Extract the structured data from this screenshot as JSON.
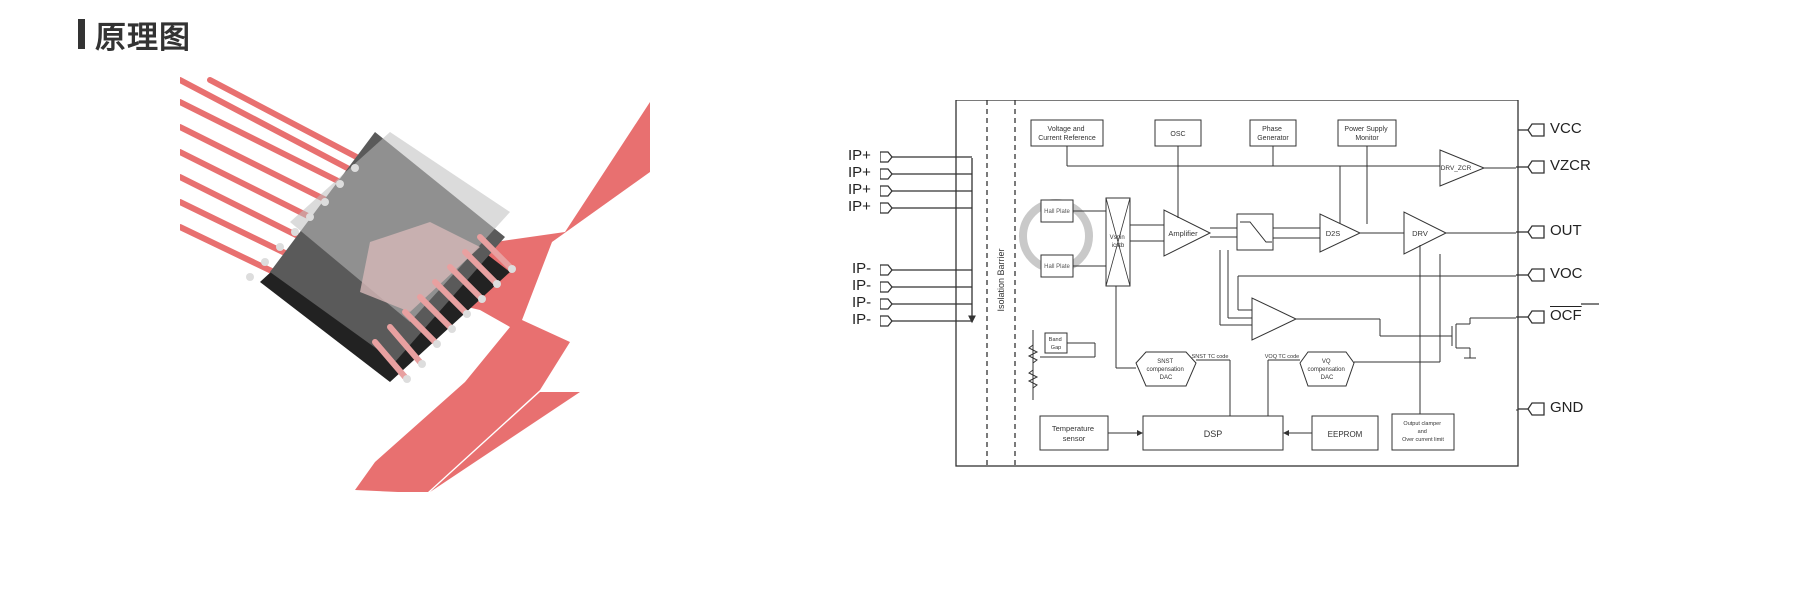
{
  "header": {
    "title": "原理图"
  },
  "diagram": {
    "barrier_label": "Isolation Barrier",
    "blocks": {
      "vref": [
        "Voltage and",
        "Current Reference"
      ],
      "osc": [
        "OSC"
      ],
      "phase": [
        "Phase",
        "Generator"
      ],
      "psm": [
        "Power Supply",
        "Monitor"
      ],
      "drv_zcr": "DRV_ZCR",
      "hall_top": [
        "Hall Plate"
      ],
      "hall_bot": [
        "Hall Plate"
      ],
      "mux": [
        "Vspin",
        "icstb"
      ],
      "amp": "Amplifier",
      "d2s": "D2S",
      "drv": "DRV",
      "bandgap": [
        "Band",
        "Gap"
      ],
      "snst": [
        "SNST",
        "compensation",
        "DAC"
      ],
      "snst_tc": "SNST TC code",
      "voq_tc": "VOQ TC code",
      "vq": [
        "VQ",
        "compensation",
        "DAC"
      ],
      "temp": [
        "Temperature",
        "sensor"
      ],
      "dsp": "DSP",
      "eeprom": "EEPROM",
      "clamp": [
        "Output clamper",
        "and",
        "Over current limit"
      ]
    },
    "pins_left": [
      "IP+",
      "IP+",
      "IP+",
      "IP+",
      "IP-",
      "IP-",
      "IP-",
      "IP-"
    ],
    "pins_right": [
      "VCC",
      "VZCR",
      "OUT",
      "VOC",
      "OCF",
      "GND"
    ]
  }
}
